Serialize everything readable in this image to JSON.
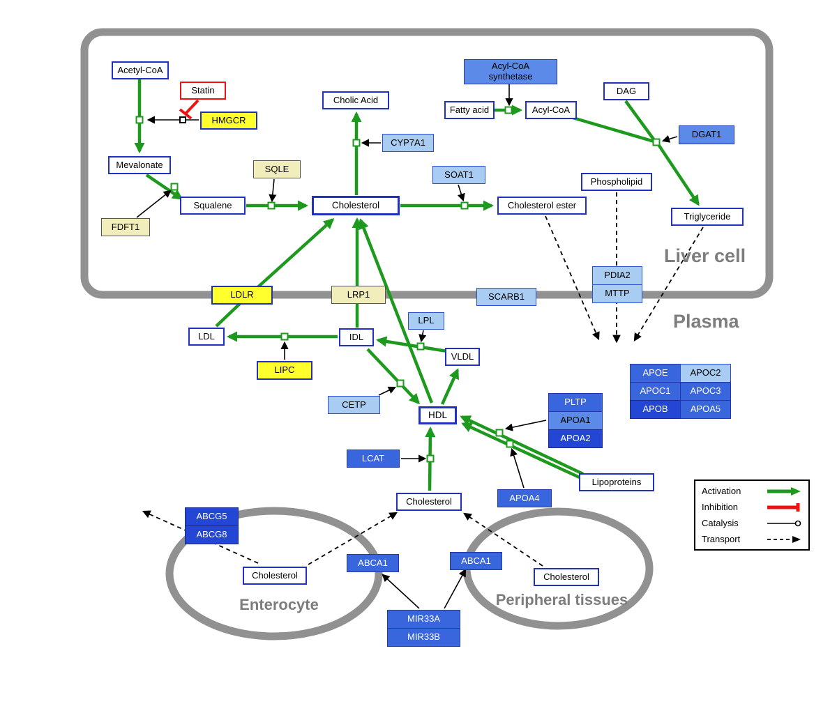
{
  "compartments": {
    "liver": "Liver cell",
    "plasma": "Plasma",
    "enterocyte": "Enterocyte",
    "peripheral": "Peripheral tissues"
  },
  "nodes": {
    "acetyl_coa": "Acetyl-CoA",
    "statin": "Statin",
    "hmgcr": "HMGCR",
    "mevalonate": "Mevalonate",
    "sqle": "SQLE",
    "fdft1": "FDFT1",
    "squalene": "Squalene",
    "cholic_acid": "Cholic Acid",
    "cyp7a1": "CYP7A1",
    "cholesterol_liver": "Cholesterol",
    "soat1": "SOAT1",
    "cholesterol_ester": "Cholesterol ester",
    "acyl_coa_synthetase": "Acyl-CoA synthetase",
    "fatty_acid": "Fatty acid",
    "acyl_coa": "Acyl-CoA",
    "dag": "DAG",
    "dgat1": "DGAT1",
    "phospholipid": "Phospholipid",
    "triglyceride": "Triglyceride",
    "ldlr": "LDLR",
    "lrp1": "LRP1",
    "scarb1": "SCARB1",
    "pdia2": "PDIA2",
    "mttp": "MTTP",
    "ldl": "LDL",
    "idl": "IDL",
    "lipc": "LIPC",
    "lpl": "LPL",
    "vldl": "VLDL",
    "cetp": "CETP",
    "hdl": "HDL",
    "lcat": "LCAT",
    "pltp": "PLTP",
    "apoa1": "APOA1",
    "apoa2": "APOA2",
    "apoa4": "APOA4",
    "lipoproteins": "Lipoproteins",
    "apoe": "APOE",
    "apoc2": "APOC2",
    "apoc1": "APOC1",
    "apoc3": "APOC3",
    "apob": "APOB",
    "apoa5": "APOA5",
    "cholesterol_plasma": "Cholesterol",
    "abcg5": "ABCG5",
    "abcg8": "ABCG8",
    "cholesterol_enterocyte": "Cholesterol",
    "abca1_enterocyte": "ABCA1",
    "abca1_peripheral": "ABCA1",
    "cholesterol_peripheral": "Cholesterol",
    "mir33a": "MIR33A",
    "mir33b": "MIR33B"
  },
  "legend": {
    "activation": "Activation",
    "inhibition": "Inhibition",
    "catalysis": "Catalysis",
    "transport": "Transport"
  },
  "colors": {
    "activation_green": "#1d9a1d",
    "inhibition_red": "#ee1111",
    "membrane_gray": "#919191",
    "node_border_blue": "#2030c0",
    "gene_yellow": "#ffff2e",
    "gene_pale_yellow": "#f2eebb",
    "gene_light_blue": "#a9cdf2",
    "gene_blue": "#3a66dd",
    "gene_dark_blue": "#2347d4"
  }
}
